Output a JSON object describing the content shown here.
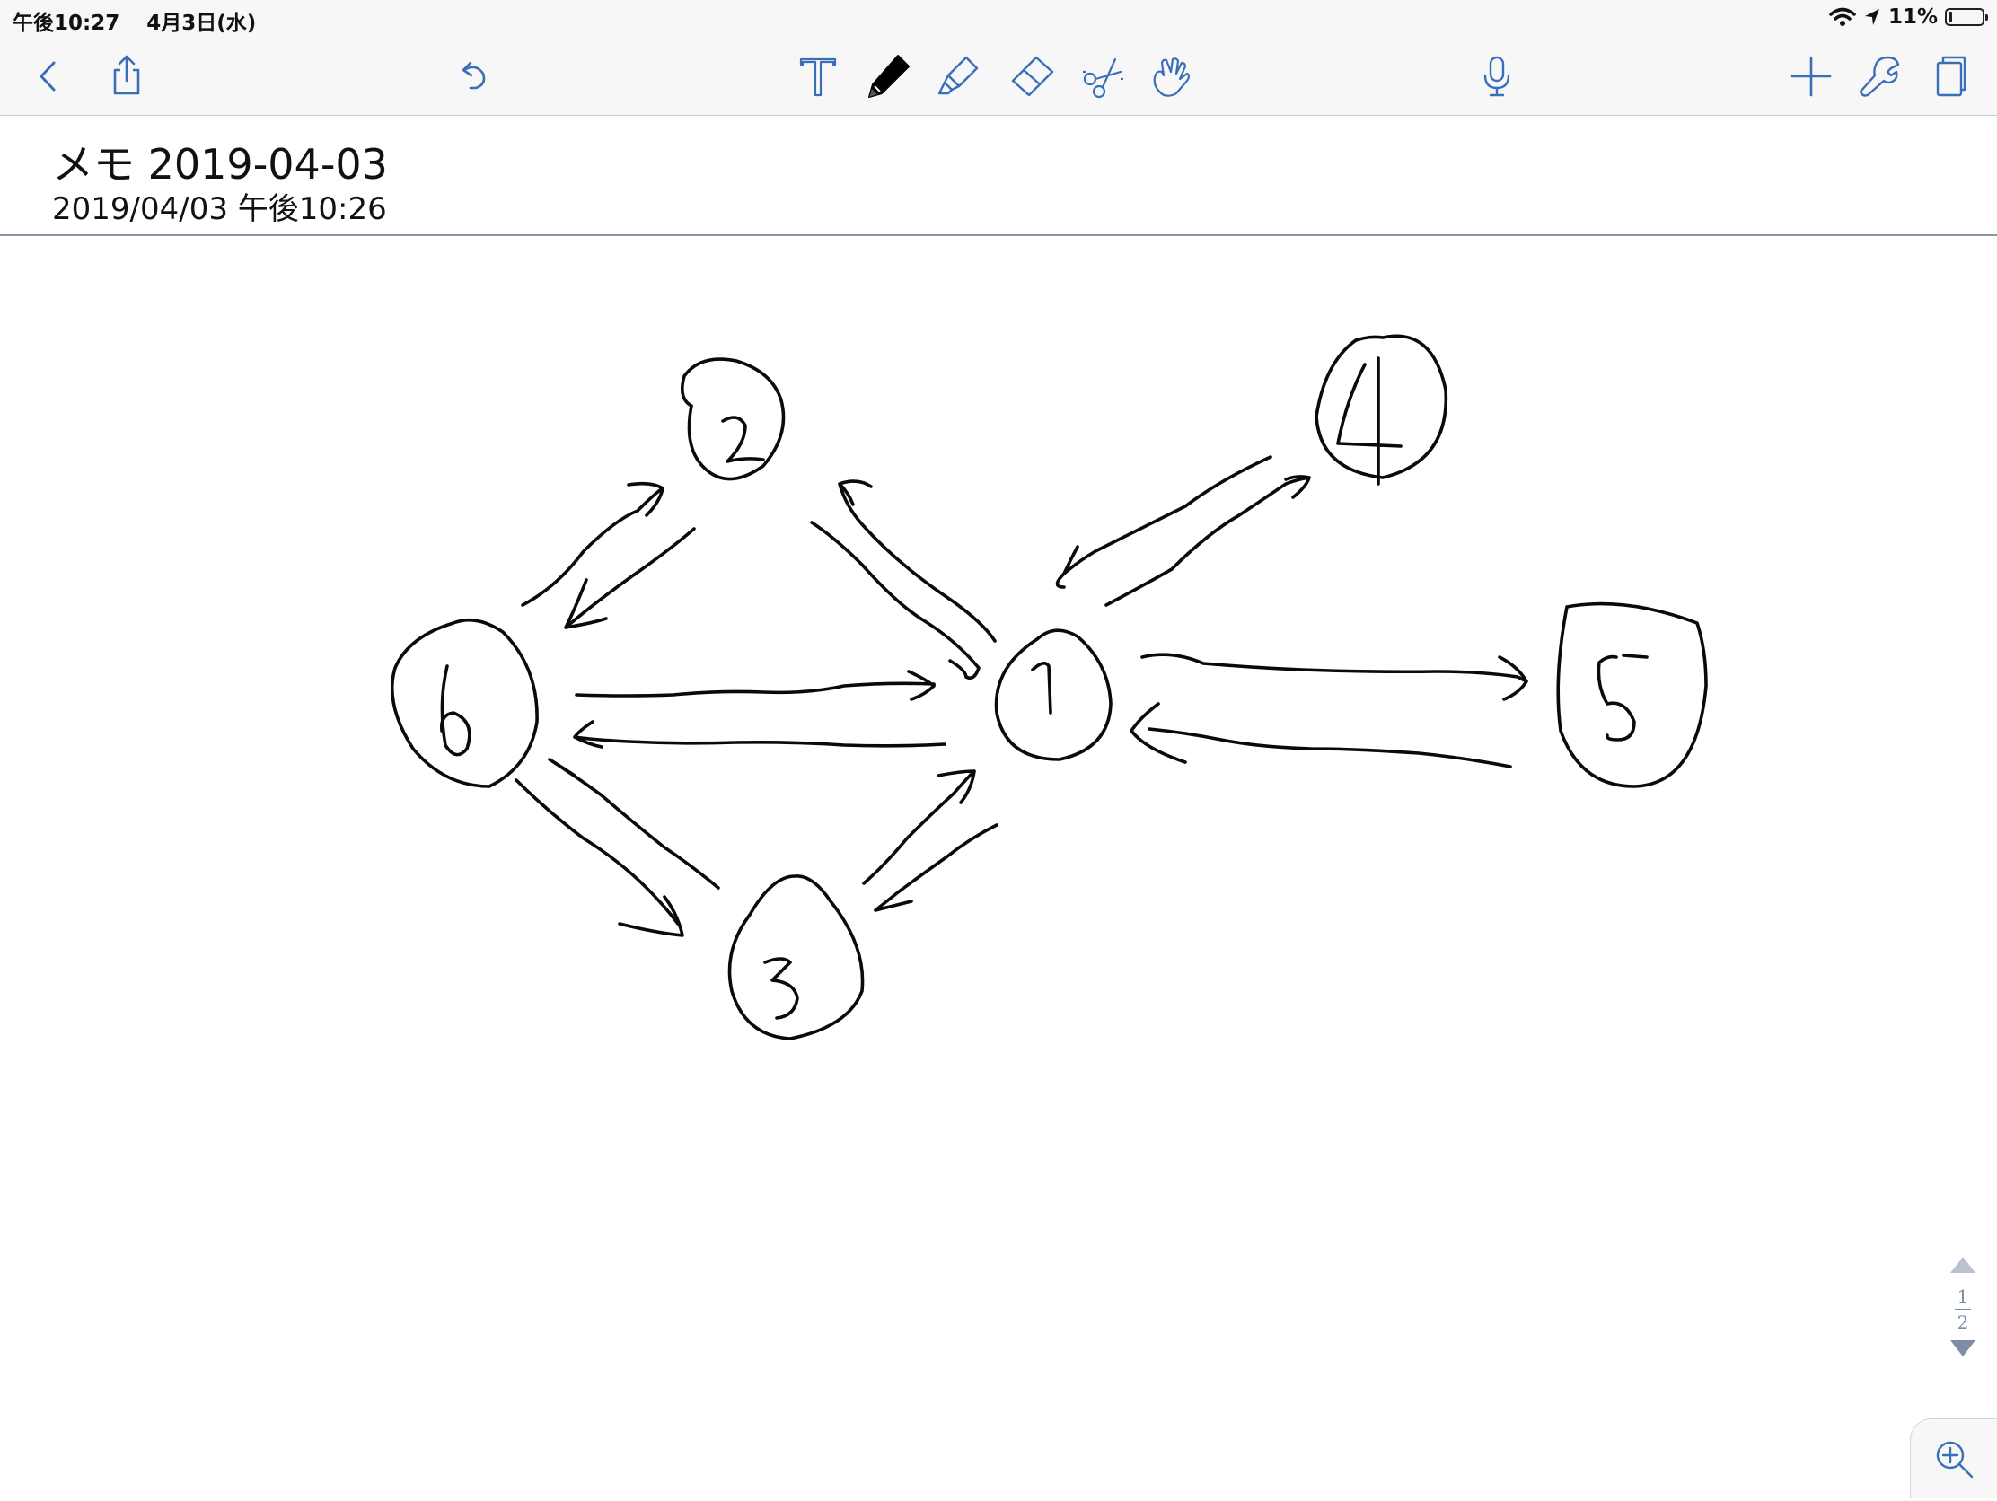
{
  "status": {
    "time": "午後10:27",
    "date": "4月3日(水)",
    "battery_text": "11%",
    "battery_level": 0.11
  },
  "toolbar": {
    "icons": [
      "back-chevron-icon",
      "share-icon",
      "undo-icon",
      "text-tool-icon",
      "pen-tool-icon",
      "highlighter-icon",
      "eraser-icon",
      "scissors-icon",
      "hand-icon",
      "microphone-icon",
      "plus-icon",
      "wrench-icon",
      "pages-icon"
    ],
    "accent": "#3a6fb7",
    "selected_tool": "pen-tool-icon"
  },
  "note": {
    "title": "メモ 2019-04-03",
    "timestamp": "2019/04/03 午後10:26"
  },
  "diagram": {
    "nodes": [
      "1",
      "2",
      "3",
      "4",
      "5",
      "6"
    ],
    "edges": [
      {
        "from": "6",
        "to": "2"
      },
      {
        "from": "2",
        "to": "6"
      },
      {
        "from": "2",
        "to": "1"
      },
      {
        "from": "1",
        "to": "2"
      },
      {
        "from": "6",
        "to": "1"
      },
      {
        "from": "1",
        "to": "6"
      },
      {
        "from": "6",
        "to": "3"
      },
      {
        "from": "3",
        "to": "6"
      },
      {
        "from": "3",
        "to": "1"
      },
      {
        "from": "1",
        "to": "3"
      },
      {
        "from": "4",
        "to": "1"
      },
      {
        "from": "1",
        "to": "4"
      },
      {
        "from": "1",
        "to": "5"
      },
      {
        "from": "5",
        "to": "1"
      }
    ]
  },
  "pager": {
    "current": "1",
    "total": "2"
  }
}
